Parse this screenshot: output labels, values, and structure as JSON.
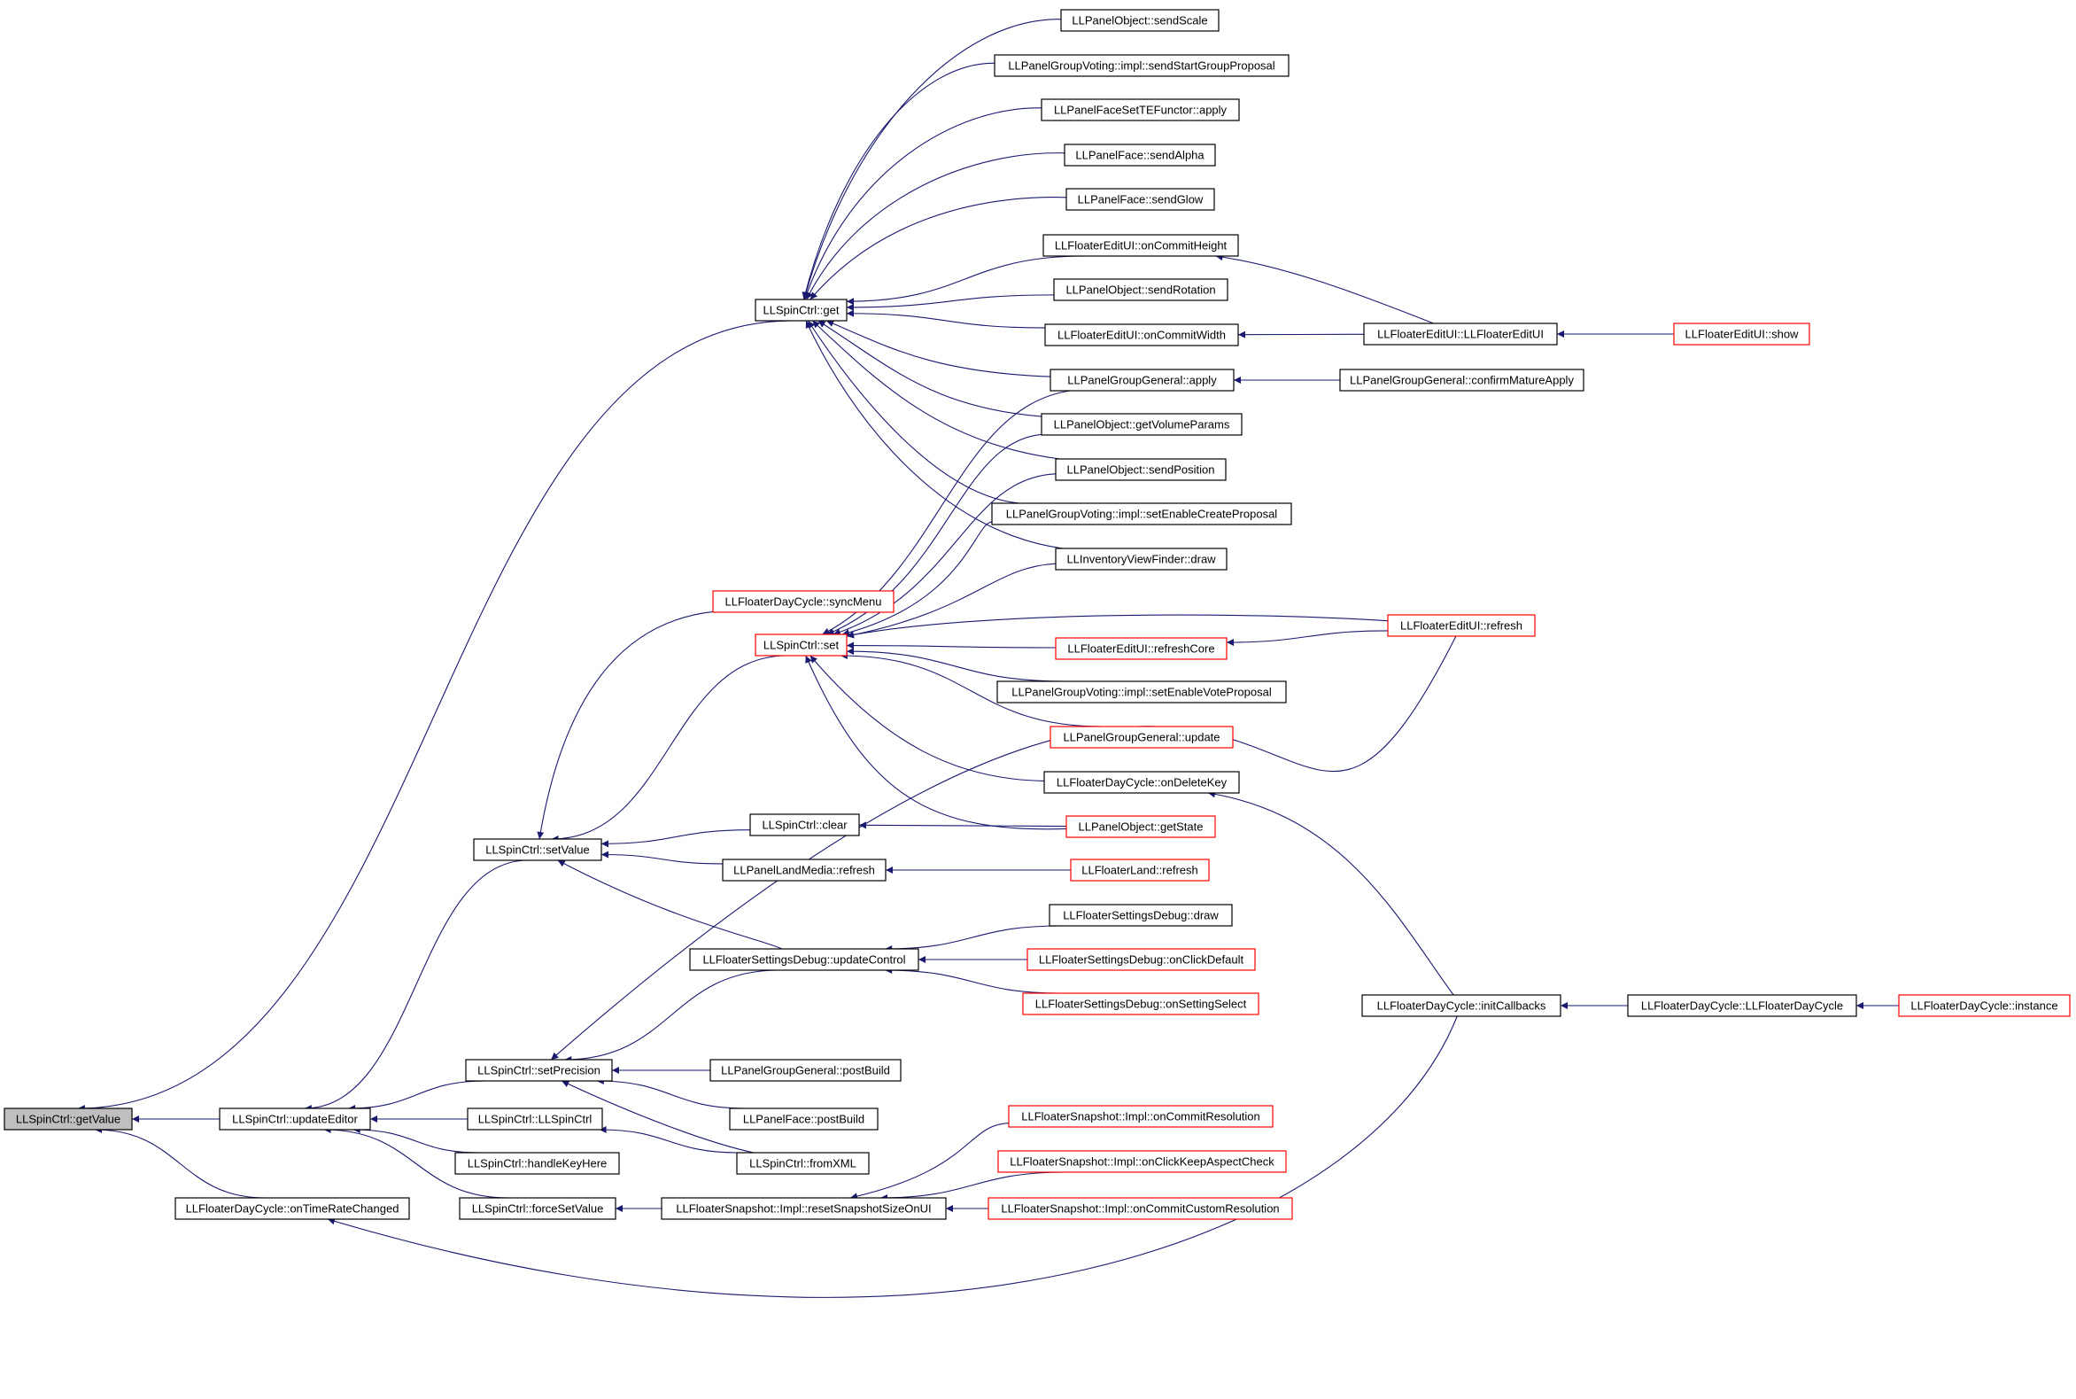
{
  "colors": {
    "edge": "#191970",
    "box_normal": "#000000",
    "box_truncated": "#ff0000",
    "focus_fill": "#bfbfbf",
    "text": "#000000"
  },
  "nodes": [
    {
      "id": "getValue",
      "label": "LLSpinCtrl::getValue",
      "style": "focus"
    },
    {
      "id": "updateEditor",
      "label": "LLSpinCtrl::updateEditor",
      "style": "normal"
    },
    {
      "id": "onTimeRateChanged",
      "label": "LLFloaterDayCycle::onTimeRateChanged",
      "style": "normal"
    },
    {
      "id": "get",
      "label": "LLSpinCtrl::get",
      "style": "normal"
    },
    {
      "id": "setValue",
      "label": "LLSpinCtrl::setValue",
      "style": "normal"
    },
    {
      "id": "setPrecision",
      "label": "LLSpinCtrl::setPrecision",
      "style": "normal"
    },
    {
      "id": "ctor",
      "label": "LLSpinCtrl::LLSpinCtrl",
      "style": "normal"
    },
    {
      "id": "handleKeyHere",
      "label": "LLSpinCtrl::handleKeyHere",
      "style": "normal"
    },
    {
      "id": "forceSetValue",
      "label": "LLSpinCtrl::forceSetValue",
      "style": "normal"
    },
    {
      "id": "set",
      "label": "LLSpinCtrl::set",
      "style": "truncated"
    },
    {
      "id": "syncMenu",
      "label": "LLFloaterDayCycle::syncMenu",
      "style": "truncated"
    },
    {
      "id": "clear",
      "label": "LLSpinCtrl::clear",
      "style": "normal"
    },
    {
      "id": "landMediaRefresh",
      "label": "LLPanelLandMedia::refresh",
      "style": "normal"
    },
    {
      "id": "updateControl",
      "label": "LLFloaterSettingsDebug::updateControl",
      "style": "normal"
    },
    {
      "id": "pggPostBuild",
      "label": "LLPanelGroupGeneral::postBuild",
      "style": "normal"
    },
    {
      "id": "pfPostBuild",
      "label": "LLPanelFace::postBuild",
      "style": "normal"
    },
    {
      "id": "fromXML",
      "label": "LLSpinCtrl::fromXML",
      "style": "normal"
    },
    {
      "id": "resetSnapshot",
      "label": "LLFloaterSnapshot::Impl::resetSnapshotSizeOnUI",
      "style": "normal"
    },
    {
      "id": "sendScale",
      "label": "LLPanelObject::sendScale",
      "style": "normal"
    },
    {
      "id": "sendStartGroupProposal",
      "label": "LLPanelGroupVoting::impl::sendStartGroupProposal",
      "style": "normal"
    },
    {
      "id": "faceSetApply",
      "label": "LLPanelFaceSetTEFunctor::apply",
      "style": "normal"
    },
    {
      "id": "sendAlpha",
      "label": "LLPanelFace::sendAlpha",
      "style": "normal"
    },
    {
      "id": "sendGlow",
      "label": "LLPanelFace::sendGlow",
      "style": "normal"
    },
    {
      "id": "onCommitHeight",
      "label": "LLFloaterEditUI::onCommitHeight",
      "style": "normal"
    },
    {
      "id": "sendRotation",
      "label": "LLPanelObject::sendRotation",
      "style": "normal"
    },
    {
      "id": "onCommitWidth",
      "label": "LLFloaterEditUI::onCommitWidth",
      "style": "normal"
    },
    {
      "id": "pggApply",
      "label": "LLPanelGroupGeneral::apply",
      "style": "normal"
    },
    {
      "id": "getVolumeParams",
      "label": "LLPanelObject::getVolumeParams",
      "style": "normal"
    },
    {
      "id": "sendPosition",
      "label": "LLPanelObject::sendPosition",
      "style": "normal"
    },
    {
      "id": "setEnableCreateProposal",
      "label": "LLPanelGroupVoting::impl::setEnableCreateProposal",
      "style": "normal"
    },
    {
      "id": "invDraw",
      "label": "LLInventoryViewFinder::draw",
      "style": "normal"
    },
    {
      "id": "refreshCore",
      "label": "LLFloaterEditUI::refreshCore",
      "style": "truncated"
    },
    {
      "id": "setEnableVoteProposal",
      "label": "LLPanelGroupVoting::impl::setEnableVoteProposal",
      "style": "normal"
    },
    {
      "id": "pggUpdate",
      "label": "LLPanelGroupGeneral::update",
      "style": "truncated"
    },
    {
      "id": "onDeleteKey",
      "label": "LLFloaterDayCycle::onDeleteKey",
      "style": "normal"
    },
    {
      "id": "getState",
      "label": "LLPanelObject::getState",
      "style": "truncated"
    },
    {
      "id": "floaterLandRefresh",
      "label": "LLFloaterLand::refresh",
      "style": "truncated"
    },
    {
      "id": "fsdDraw",
      "label": "LLFloaterSettingsDebug::draw",
      "style": "normal"
    },
    {
      "id": "onClickDefault",
      "label": "LLFloaterSettingsDebug::onClickDefault",
      "style": "truncated"
    },
    {
      "id": "onSettingSelect",
      "label": "LLFloaterSettingsDebug::onSettingSelect",
      "style": "truncated"
    },
    {
      "id": "onCommitResolution",
      "label": "LLFloaterSnapshot::Impl::onCommitResolution",
      "style": "truncated"
    },
    {
      "id": "onClickKeepAspect",
      "label": "LLFloaterSnapshot::Impl::onClickKeepAspectCheck",
      "style": "truncated"
    },
    {
      "id": "onCommitCustomRes",
      "label": "LLFloaterSnapshot::Impl::onCommitCustomResolution",
      "style": "truncated"
    },
    {
      "id": "editUICtor",
      "label": "LLFloaterEditUI::LLFloaterEditUI",
      "style": "normal"
    },
    {
      "id": "confirmMatureApply",
      "label": "LLPanelGroupGeneral::confirmMatureApply",
      "style": "normal"
    },
    {
      "id": "editUIRefresh",
      "label": "LLFloaterEditUI::refresh",
      "style": "truncated"
    },
    {
      "id": "initCallbacks",
      "label": "LLFloaterDayCycle::initCallbacks",
      "style": "normal"
    },
    {
      "id": "editUIShow",
      "label": "LLFloaterEditUI::show",
      "style": "truncated"
    },
    {
      "id": "dayCycleCtor",
      "label": "LLFloaterDayCycle::LLFloaterDayCycle",
      "style": "normal"
    },
    {
      "id": "dayCycleInstance",
      "label": "LLFloaterDayCycle::instance",
      "style": "truncated"
    }
  ],
  "edges": [
    [
      "updateEditor",
      "getValue"
    ],
    [
      "onTimeRateChanged",
      "getValue"
    ],
    [
      "get",
      "getValue"
    ],
    [
      "setValue",
      "updateEditor"
    ],
    [
      "setPrecision",
      "updateEditor"
    ],
    [
      "ctor",
      "updateEditor"
    ],
    [
      "handleKeyHere",
      "updateEditor"
    ],
    [
      "forceSetValue",
      "updateEditor"
    ],
    [
      "initCallbacks",
      "onTimeRateChanged"
    ],
    [
      "sendScale",
      "get"
    ],
    [
      "sendStartGroupProposal",
      "get"
    ],
    [
      "faceSetApply",
      "get"
    ],
    [
      "sendAlpha",
      "get"
    ],
    [
      "sendGlow",
      "get"
    ],
    [
      "onCommitHeight",
      "get"
    ],
    [
      "sendRotation",
      "get"
    ],
    [
      "onCommitWidth",
      "get"
    ],
    [
      "pggApply",
      "get"
    ],
    [
      "getVolumeParams",
      "get"
    ],
    [
      "sendPosition",
      "get"
    ],
    [
      "setEnableCreateProposal",
      "get"
    ],
    [
      "invDraw",
      "get"
    ],
    [
      "set",
      "setValue"
    ],
    [
      "syncMenu",
      "setValue"
    ],
    [
      "clear",
      "setValue"
    ],
    [
      "landMediaRefresh",
      "setValue"
    ],
    [
      "updateControl",
      "setValue"
    ],
    [
      "updateControl",
      "setPrecision"
    ],
    [
      "pggPostBuild",
      "setPrecision"
    ],
    [
      "pfPostBuild",
      "setPrecision"
    ],
    [
      "fromXML",
      "setPrecision"
    ],
    [
      "editUIRefresh",
      "setPrecision"
    ],
    [
      "fromXML",
      "ctor"
    ],
    [
      "resetSnapshot",
      "forceSetValue"
    ],
    [
      "pggApply",
      "set"
    ],
    [
      "getVolumeParams",
      "set"
    ],
    [
      "sendPosition",
      "set"
    ],
    [
      "setEnableCreateProposal",
      "set"
    ],
    [
      "invDraw",
      "set"
    ],
    [
      "editUIRefresh",
      "set"
    ],
    [
      "refreshCore",
      "set"
    ],
    [
      "setEnableVoteProposal",
      "set"
    ],
    [
      "pggUpdate",
      "set"
    ],
    [
      "onDeleteKey",
      "set"
    ],
    [
      "getState",
      "set"
    ],
    [
      "getState",
      "clear"
    ],
    [
      "floaterLandRefresh",
      "landMediaRefresh"
    ],
    [
      "fsdDraw",
      "updateControl"
    ],
    [
      "onClickDefault",
      "updateControl"
    ],
    [
      "onSettingSelect",
      "updateControl"
    ],
    [
      "onCommitResolution",
      "resetSnapshot"
    ],
    [
      "onClickKeepAspect",
      "resetSnapshot"
    ],
    [
      "onCommitCustomRes",
      "resetSnapshot"
    ],
    [
      "editUICtor",
      "onCommitHeight"
    ],
    [
      "editUICtor",
      "onCommitWidth"
    ],
    [
      "confirmMatureApply",
      "pggApply"
    ],
    [
      "editUIRefresh",
      "refreshCore"
    ],
    [
      "initCallbacks",
      "onDeleteKey"
    ],
    [
      "editUIShow",
      "editUICtor"
    ],
    [
      "dayCycleCtor",
      "initCallbacks"
    ],
    [
      "dayCycleInstance",
      "dayCycleCtor"
    ]
  ]
}
